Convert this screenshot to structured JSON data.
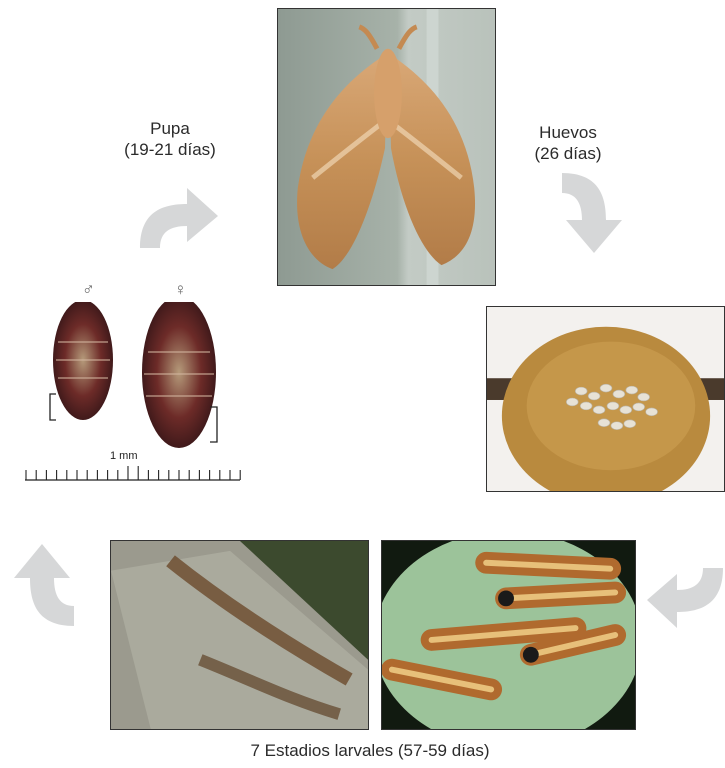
{
  "stages": {
    "pupa": {
      "title": "Pupa",
      "duration": "(19-21 días)"
    },
    "eggs": {
      "title": "Huevos",
      "duration": "(26 días)"
    },
    "larvae": {
      "label": "7 Estadios larvales (57-59 días)"
    }
  },
  "pupa_specimens": {
    "male_symbol": "♂",
    "female_symbol": "♀",
    "scale_label": "1 mm"
  },
  "colors": {
    "arrow": "#d6d7d8",
    "moth_wing": "#c9935c",
    "egg_mass": "#b98a3e",
    "leaf_green": "#9cc39a"
  },
  "icons": [
    "curved-arrow-icon",
    "curved-arrow-icon",
    "curved-arrow-icon",
    "curved-arrow-icon"
  ]
}
